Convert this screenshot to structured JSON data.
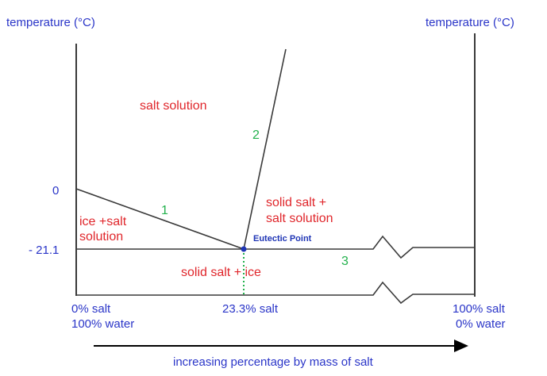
{
  "axes": {
    "left_label": "temperature (°C)",
    "right_label": "temperature (°C)",
    "tick_zero": "0",
    "tick_eutectic": "- 21.1",
    "x_left_line1": "0% salt",
    "x_left_line2": "100% water",
    "x_mid": "23.3% salt",
    "x_right_line1": "100% salt",
    "x_right_line2": "0% water",
    "arrow_caption": "increasing percentage by mass of salt"
  },
  "regions": {
    "salt_solution": "salt solution",
    "solid_salt_solution_line1": "solid salt +",
    "solid_salt_solution_line2": "salt solution",
    "ice_salt_line1": "ice +salt",
    "ice_salt_line2": "solution",
    "solid_salt_ice": "solid salt + ice"
  },
  "line_numbers": {
    "one": "1",
    "two": "2",
    "three": "3"
  },
  "eutectic": {
    "label": "Eutectic Point",
    "temperature_c": -21.1,
    "salt_percent": 23.3
  },
  "colors": {
    "axis_text": "#2a35c8",
    "region_text": "#e0262b",
    "line_number": "#22b14c",
    "eutectic_point": "#1f35b5"
  }
}
